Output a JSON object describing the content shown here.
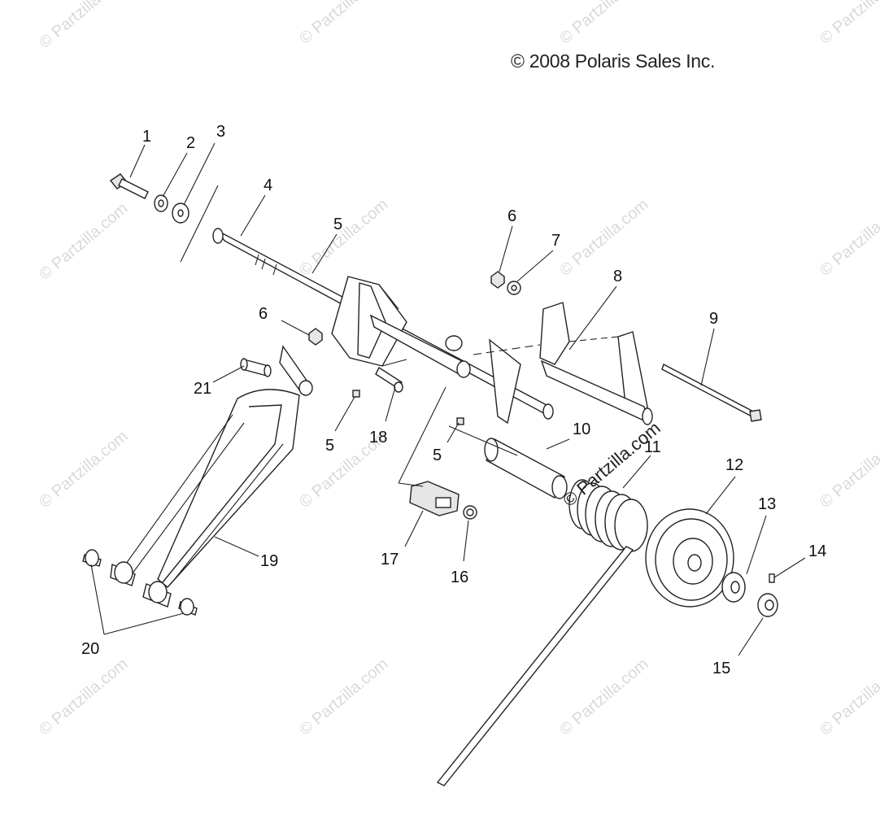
{
  "copyright": "© 2008 Polaris Sales Inc.",
  "watermark": "© Partzilla.com",
  "watermark_center": "© Partzilla.com",
  "callouts": [
    "1",
    "2",
    "3",
    "4",
    "5",
    "5",
    "5",
    "6",
    "6",
    "7",
    "8",
    "9",
    "10",
    "11",
    "12",
    "13",
    "14",
    "15",
    "16",
    "17",
    "18",
    "19",
    "20",
    "21"
  ],
  "colors": {
    "ink": "#222222",
    "watermark": "#d9d9d9",
    "background": "#ffffff"
  }
}
